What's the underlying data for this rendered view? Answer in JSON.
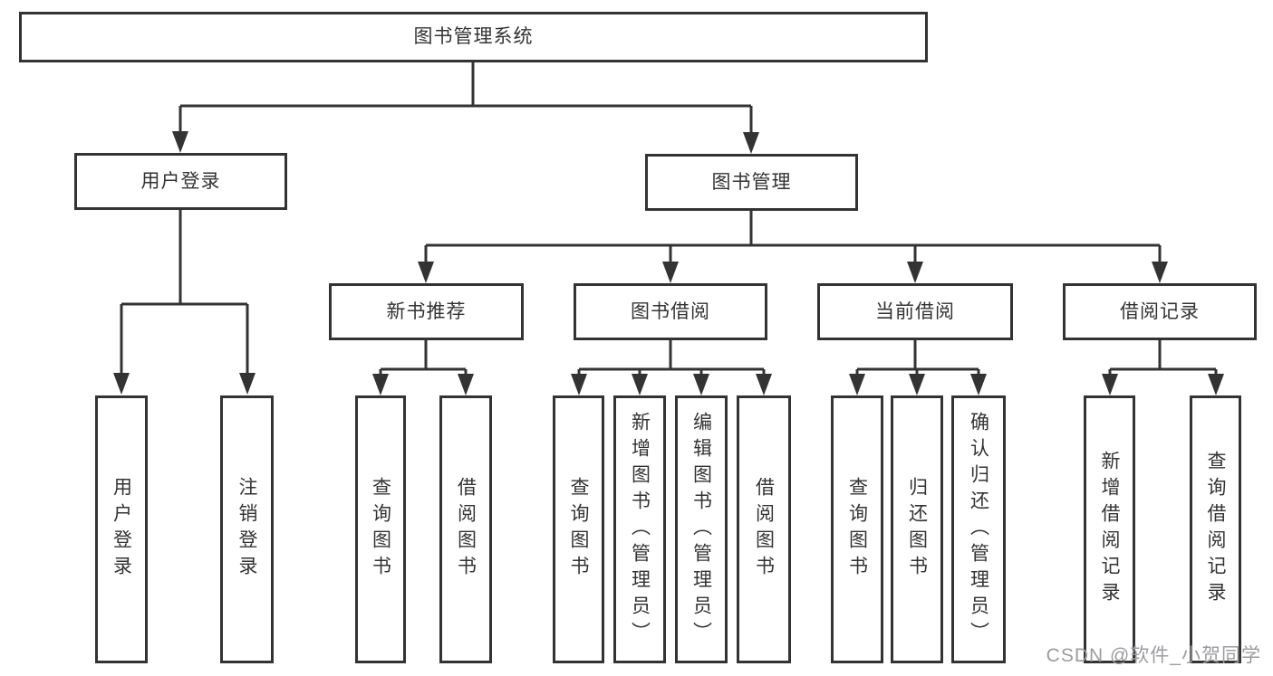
{
  "title": "图书管理系统",
  "branches": [
    {
      "label": "用户登录",
      "children": [
        {
          "label": "用户登录"
        },
        {
          "label": "注销登录"
        }
      ]
    },
    {
      "label": "图书管理",
      "children": [
        {
          "label": "新书推荐",
          "children": [
            {
              "label": "查询图书"
            },
            {
              "label": "借阅图书"
            }
          ]
        },
        {
          "label": "图书借阅",
          "children": [
            {
              "label": "查询图书"
            },
            {
              "label": "新增图书（管理员）"
            },
            {
              "label": "编辑图书（管理员）"
            },
            {
              "label": "借阅图书"
            }
          ]
        },
        {
          "label": "当前借阅",
          "children": [
            {
              "label": "查询图书"
            },
            {
              "label": "归还图书"
            },
            {
              "label": "确认归还（管理员）"
            }
          ]
        },
        {
          "label": "借阅记录",
          "children": [
            {
              "label": "新增借阅记录"
            },
            {
              "label": "查询借阅记录"
            }
          ]
        }
      ]
    }
  ],
  "watermark": "CSDN @软件_小贺同学",
  "colors": {
    "line": "#333333",
    "text": "#333333",
    "box_background": "#ffffff",
    "watermark": "#9b9ba1"
  }
}
